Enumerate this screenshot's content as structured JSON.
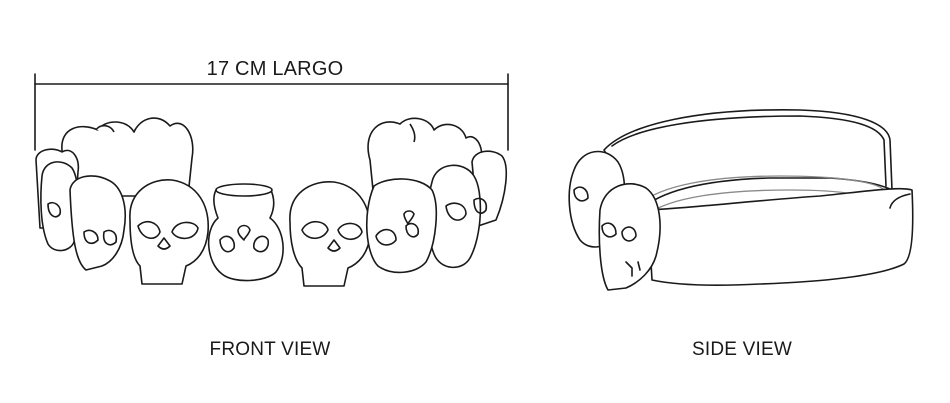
{
  "dimension": {
    "label": "17 CM LARGO"
  },
  "views": {
    "front": {
      "label": "FRONT VIEW"
    },
    "side": {
      "label": "SIDE VIEW"
    }
  },
  "colors": {
    "line": "#1a1a1a",
    "inner_band": "#8a8a8a",
    "background": "#ffffff"
  }
}
